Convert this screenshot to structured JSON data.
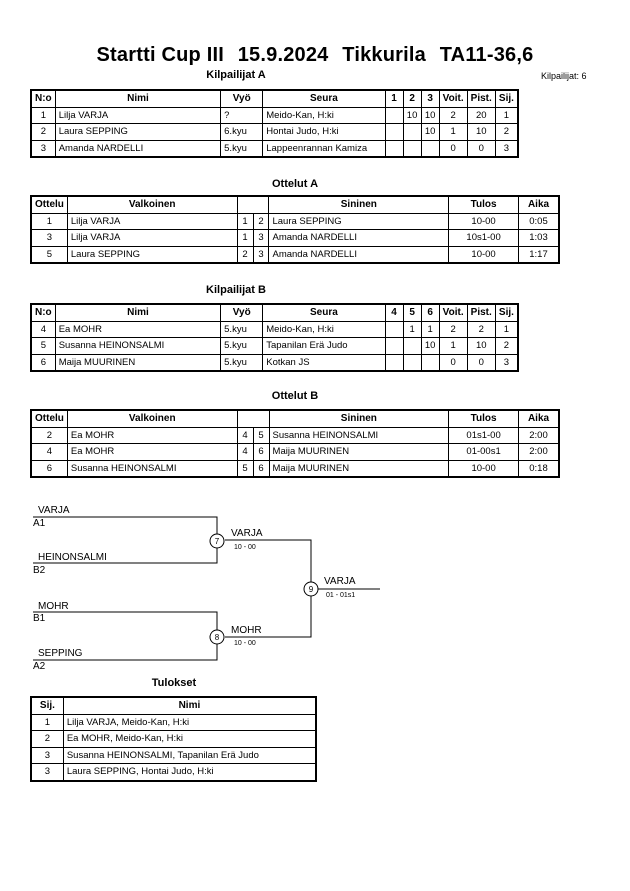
{
  "title": {
    "event": "Startti Cup III",
    "date": "15.9.2024",
    "place": "Tikkurila",
    "category": "TA11-36,6"
  },
  "competitor_count": "Kilpailijat: 6",
  "pool_a": {
    "heading": "Kilpailijat A",
    "headers": [
      "N:o",
      "Nimi",
      "Vyö",
      "Seura",
      "1",
      "2",
      "3",
      "Voit.",
      "Pist.",
      "Sij."
    ],
    "rows": [
      [
        "1",
        "Lilja VARJA",
        "?",
        "Meido-Kan, H:ki",
        "",
        "10",
        "10",
        "2",
        "20",
        "1"
      ],
      [
        "2",
        "Laura SEPPING",
        "6.kyu",
        "Hontai Judo, H:ki",
        "",
        "",
        "10",
        "1",
        "10",
        "2"
      ],
      [
        "3",
        "Amanda NARDELLI",
        "5.kyu",
        "Lappeenrannan Kamiza",
        "",
        "",
        "",
        "0",
        "0",
        "3"
      ]
    ]
  },
  "matches_a": {
    "heading": "Ottelut A",
    "headers": [
      "Ottelu",
      "Valkoinen",
      "Sininen",
      "Tulos",
      "Aika"
    ],
    "rows": [
      [
        "1",
        "Lilja VARJA",
        "1",
        "2",
        "Laura SEPPING",
        "10-00",
        "0:05"
      ],
      [
        "3",
        "Lilja VARJA",
        "1",
        "3",
        "Amanda NARDELLI",
        "10s1-00",
        "1:03"
      ],
      [
        "5",
        "Laura SEPPING",
        "2",
        "3",
        "Amanda NARDELLI",
        "10-00",
        "1:17"
      ]
    ]
  },
  "pool_b": {
    "heading": "Kilpailijat B",
    "headers": [
      "N:o",
      "Nimi",
      "Vyö",
      "Seura",
      "4",
      "5",
      "6",
      "Voit.",
      "Pist.",
      "Sij."
    ],
    "rows": [
      [
        "4",
        "Ea MOHR",
        "5.kyu",
        "Meido-Kan, H:ki",
        "",
        "1",
        "1",
        "2",
        "2",
        "1"
      ],
      [
        "5",
        "Susanna HEINONSALMI",
        "5.kyu",
        "Tapanilan Erä Judo",
        "",
        "",
        "10",
        "1",
        "10",
        "2"
      ],
      [
        "6",
        "Maija MUURINEN",
        "5.kyu",
        "Kotkan JS",
        "",
        "",
        "",
        "0",
        "0",
        "3"
      ]
    ]
  },
  "matches_b": {
    "heading": "Ottelut B",
    "headers": [
      "Ottelu",
      "Valkoinen",
      "Sininen",
      "Tulos",
      "Aika"
    ],
    "rows": [
      [
        "2",
        "Ea MOHR",
        "4",
        "5",
        "Susanna HEINONSALMI",
        "01s1-00",
        "2:00"
      ],
      [
        "4",
        "Ea MOHR",
        "4",
        "6",
        "Maija MUURINEN",
        "01-00s1",
        "2:00"
      ],
      [
        "6",
        "Susanna HEINONSALMI",
        "5",
        "6",
        "Maija MUURINEN",
        "10-00",
        "0:18"
      ]
    ]
  },
  "bracket": {
    "semi1": {
      "top": "VARJA",
      "top_seed": "A1",
      "bottom": "HEINONSALMI",
      "bottom_seed": "B2",
      "match": "7",
      "winner": "VARJA",
      "score": "10 - 00"
    },
    "semi2": {
      "top": "MOHR",
      "top_seed": "B1",
      "bottom": "SEPPING",
      "bottom_seed": "A2",
      "match": "8",
      "winner": "MOHR",
      "score": "10 - 00"
    },
    "final": {
      "match": "9",
      "winner": "VARJA",
      "score": "01 - 01s1"
    }
  },
  "results": {
    "heading": "Tulokset",
    "headers": [
      "Sij.",
      "Nimi"
    ],
    "rows": [
      [
        "1",
        "Lilja VARJA, Meido-Kan, H:ki"
      ],
      [
        "2",
        "Ea MOHR, Meido-Kan, H:ki"
      ],
      [
        "3",
        "Susanna HEINONSALMI, Tapanilan Erä Judo"
      ],
      [
        "3",
        "Laura SEPPING, Hontai Judo, H:ki"
      ]
    ]
  }
}
